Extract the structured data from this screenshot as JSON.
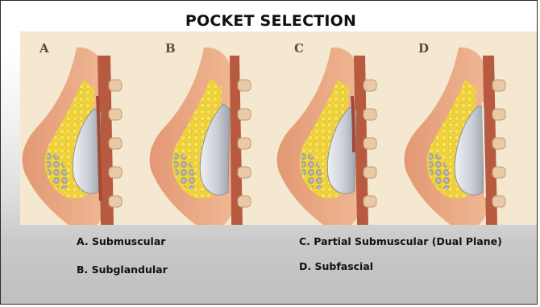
{
  "slide": {
    "title": "POCKET SELECTION"
  },
  "panels": [
    {
      "letter": "A"
    },
    {
      "letter": "B"
    },
    {
      "letter": "C"
    },
    {
      "letter": "D"
    }
  ],
  "captions": {
    "a": "A. Submuscular",
    "b": "B. Subglandular",
    "c": "C. Partial Submuscular (Dual Plane)",
    "d": "D. Subfascial"
  },
  "colors": {
    "background_band": "#f3e7cf",
    "skin": "#e8a27c",
    "muscle": "#b85a40",
    "fat": "#f2d33c",
    "implant": "#c9ccd3",
    "rib": "#e9c9a6"
  }
}
